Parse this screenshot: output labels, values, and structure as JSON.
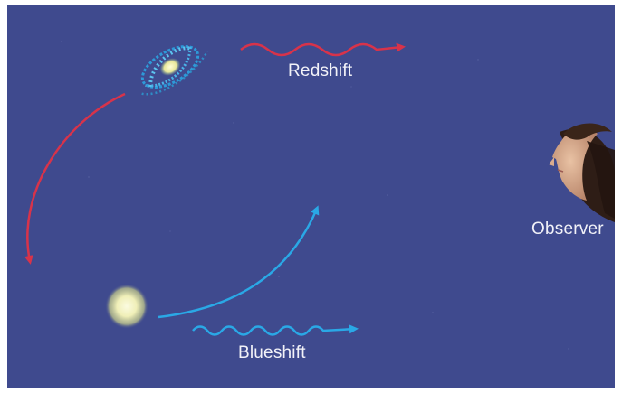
{
  "labels": {
    "redshift": "Redshift",
    "blueshift": "Blueshift",
    "observer": "Observer"
  },
  "colors": {
    "background": "#3f4a8e",
    "red_arrow": "#d8334a",
    "blue_arrow": "#2aa8e6",
    "text": "#f2f2f8"
  },
  "icons": [
    "spiral-galaxy-icon",
    "elliptical-galaxy-icon",
    "observer-head-icon"
  ]
}
